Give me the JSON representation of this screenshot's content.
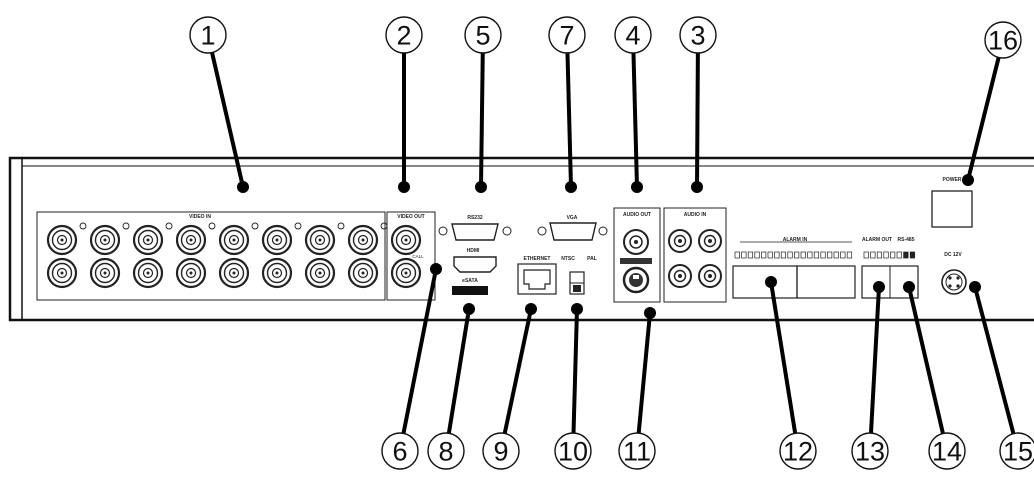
{
  "callouts": [
    {
      "id": "1",
      "label": "1"
    },
    {
      "id": "2",
      "label": "2"
    },
    {
      "id": "5",
      "label": "5"
    },
    {
      "id": "7",
      "label": "7"
    },
    {
      "id": "4",
      "label": "4"
    },
    {
      "id": "3",
      "label": "3"
    },
    {
      "id": "16",
      "label": "16"
    },
    {
      "id": "6",
      "label": "6"
    },
    {
      "id": "8",
      "label": "8"
    },
    {
      "id": "9",
      "label": "9"
    },
    {
      "id": "10",
      "label": "10"
    },
    {
      "id": "11",
      "label": "11"
    },
    {
      "id": "12",
      "label": "12"
    },
    {
      "id": "13",
      "label": "13"
    },
    {
      "id": "14",
      "label": "14"
    },
    {
      "id": "15",
      "label": "15"
    }
  ],
  "panel_labels": {
    "video_in": "VIDEO IN",
    "video_out": "VIDEO OUT",
    "rs232": "RS232",
    "hdmi": "HDMI",
    "esata": "eSATA",
    "ethernet": "ETHERNET",
    "ntsc": "NTSC",
    "pal": "PAL",
    "vga": "VGA",
    "audio_out": "AUDIO OUT",
    "audio_in": "AUDIO IN",
    "alarm_in": "ALARM IN",
    "alarm_out": "ALARM OUT",
    "rs485": "RS-485",
    "power": "POWER",
    "dc_12v": "DC 12V",
    "call": "CALL"
  }
}
